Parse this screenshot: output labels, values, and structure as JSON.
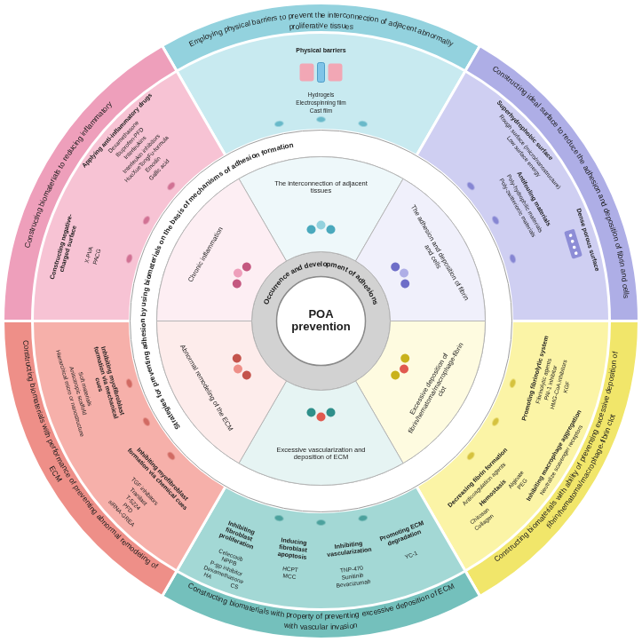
{
  "diagram": {
    "nodes": [
      {
        "text": [
          "Employing physical barriers to prevent the interconnection of adjacent abnormally proliferative tissues",
          "Physical barriers",
          "Hydrogels",
          "Electrospinning film",
          "Cast film"
        ]
      },
      {
        "text": [
          "Constructing ideal surface to reduce the adhesion and deposition of fibrin and cells",
          "Superhydrophobic surface",
          "Rough surface (micro/nanostructure)",
          "Low surface energy",
          "Dense porous surface",
          "Antifouling materials",
          "Poly-hydrophilic materials",
          "Poly-zwitterionic materials"
        ]
      },
      {
        "text": [
          "Constructing biomaterials with ability of preventing excessive deposition of fibrin/hematoma/macrophage-fibrin clot",
          "Decreasing fibrin formation",
          "Anticoagulation agents",
          "Promoting fibrinolytic system",
          "Fibrinolytic agents",
          "PAI-1 inhibitor",
          "HMG-CoA inhibitors",
          "KGF",
          "Hemostasis",
          "Chitosan",
          "Alginate",
          "Collagen",
          "PEG",
          "Inhibiting macrophage aggregation",
          "Neutralize scavenger receptors"
        ]
      },
      {
        "text": [
          "Constructing biomaterials with property of preventing excessive deposition of ECM with vascular invasion",
          "Inhibiting fibroblast proliferation",
          "Inducing fibroblast apoptosis",
          "Inhibiting vascularization",
          "Promoting ECM degradation",
          "Celecoxib",
          "NPPB",
          "P-gp inhibitor",
          "Dexamethasone",
          "HA",
          "CS",
          "HCPT",
          "MCC",
          "TNP-470",
          "Sunitinib",
          "Bevacizumab",
          "YC-1"
        ]
      },
      {
        "text": [
          "Constructing biomaterials with performance of preventing abnormal remodeling of ECM",
          "Inhibiting myofibroblast formation via mechanical cues",
          "Inhibiting myofibroblast formation via chemical cues",
          "Soft materials",
          "Anisotropic scaffold",
          "Hierarchical micro or nanostructure",
          "TGF inhibitors",
          "Tranilast",
          "T-5224",
          "PFD",
          "siRNA-GREA"
        ]
      },
      {
        "text": [
          "Constructing biomaterials to reducing inflammatory",
          "Applying anti-inflammatory drugs",
          "Dexamethasone",
          "Ibuprofen-PFD",
          "Interleukins",
          "Interleukin inhibitors",
          "HuoXueTongFu-formula",
          "Emodin",
          "Gallic acid",
          "Constructing negative-charged surface",
          "X-PVA",
          "PACG"
        ]
      },
      {
        "text": [
          "Strategies for preventing adhesion by using biomaterials on the basis of mechanisms of adhesion formation"
        ]
      },
      {
        "text": [
          "Occurrence and development of adhesions"
        ]
      },
      {
        "text": [
          "The interconnection of adjacent tissues"
        ]
      },
      {
        "text": [
          "The adhesion and deposition of fibrin and cells"
        ]
      },
      {
        "text": [
          "Excessive deposition of fibrin/hematoma/macrophage-fibrin clot"
        ]
      },
      {
        "text": [
          "Excessive vascularization and deposition of ECM"
        ]
      },
      {
        "text": [
          "Abnormal remodeling of the ECM"
        ]
      },
      {
        "text": [
          "Chronic inflammation"
        ]
      },
      {
        "text": [
          "POA prevention"
        ]
      }
    ]
  }
}
